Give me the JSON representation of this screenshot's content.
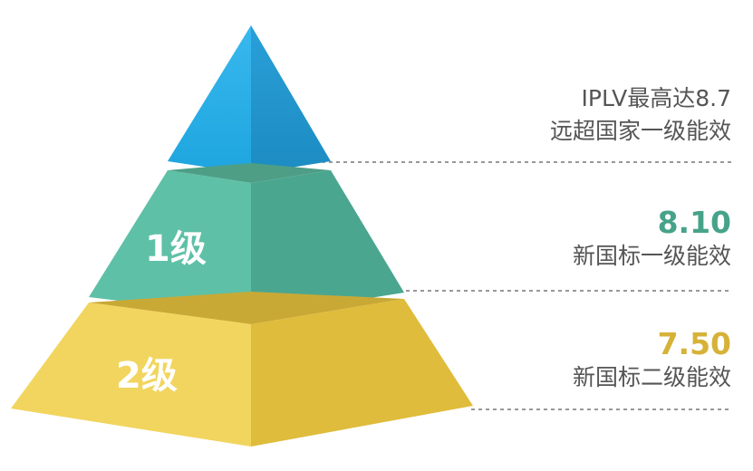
{
  "diagram": {
    "tiers": [
      {
        "id": "top",
        "label": "",
        "color_left": "#2B9FD6",
        "color_right": "#2390C4"
      },
      {
        "id": "middle",
        "label": "1级",
        "color_left": "#5CC0A6",
        "color_right": "#4AA690"
      },
      {
        "id": "bottom",
        "label": "2级",
        "color_left": "#EFD35B",
        "color_right": "#DDB93A"
      }
    ],
    "annotations": {
      "top": {
        "line1": "IPLV最高达8.7",
        "line2": "远超国家一级能效"
      },
      "middle": {
        "value": "8.10",
        "value_color": "#46A38A",
        "caption": "新国标一级能效"
      },
      "bottom": {
        "value": "7.50",
        "value_color": "#D6B238",
        "caption": "新国标二级能效"
      }
    },
    "divider_color": "#777777"
  }
}
